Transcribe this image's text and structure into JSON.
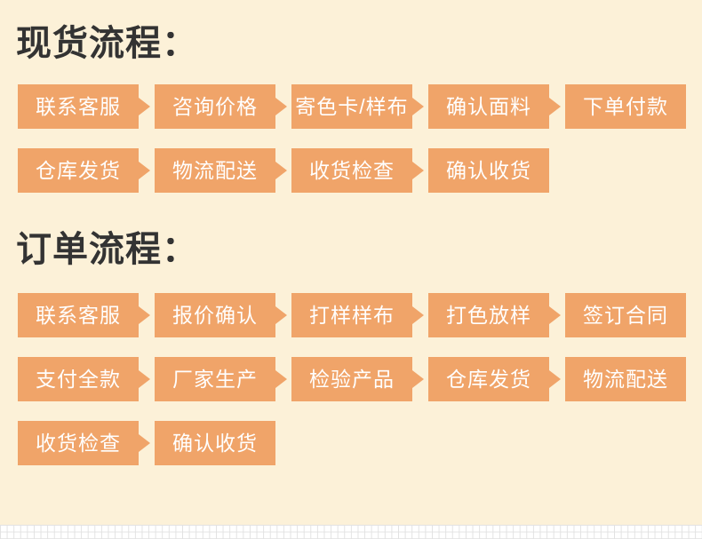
{
  "meta": {
    "background_color": "#FCF1D8",
    "box_color": "#F0A469",
    "box_text_color": "#FFFFFF",
    "title_color": "#333333",
    "grid_bg_color": "#FFFFFF",
    "grid_line_color": "#E2E2E2"
  },
  "sections": [
    {
      "title": "现货流程：",
      "rows": [
        [
          "联系客服",
          "咨询价格",
          "寄色卡/样布",
          "确认面料",
          "下单付款"
        ],
        [
          "仓库发货",
          "物流配送",
          "收货检查",
          "确认收货"
        ]
      ]
    },
    {
      "title": "订单流程：",
      "rows": [
        [
          "联系客服",
          "报价确认",
          "打样样布",
          "打色放样",
          "签订合同"
        ],
        [
          "支付全款",
          "厂家生产",
          "检验产品",
          "仓库发货",
          "物流配送"
        ],
        [
          "收货检查",
          "确认收货"
        ]
      ]
    }
  ]
}
